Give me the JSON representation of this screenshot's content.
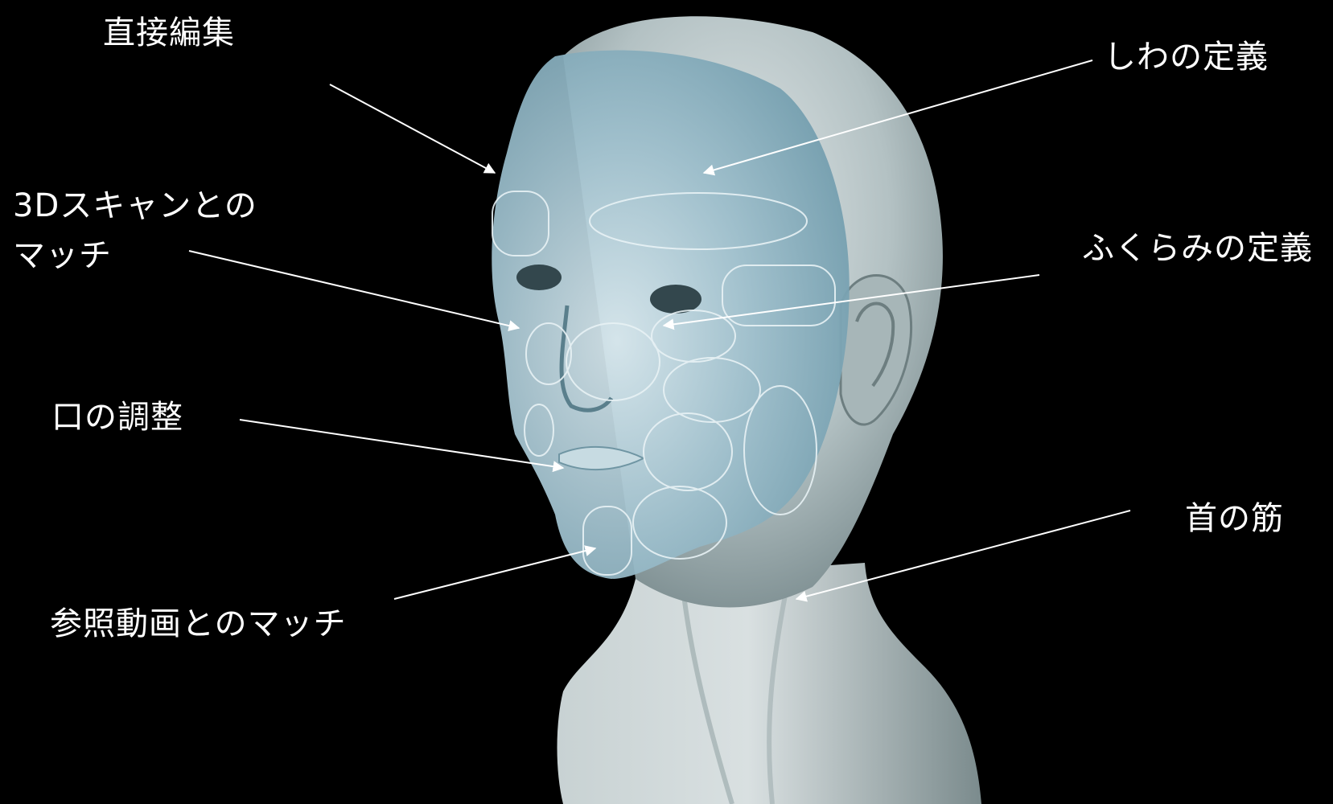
{
  "colors": {
    "background": "#000000",
    "text": "#ffffff",
    "arrow": "#ffffff",
    "head_skin": "#b9c7c9",
    "face_overlay": "#8fb4c3",
    "region_outline": "#e8f2f5"
  },
  "labels": {
    "direct_edit": "直接編集",
    "wrinkle_definition": "しわの定義",
    "scan_match_line1": "3Dスキャンとの",
    "scan_match_line2": "マッチ",
    "bulge_definition": "ふくらみの定義",
    "mouth_adjust": "口の調整",
    "neck_muscle": "首の筋",
    "reference_video_match": "参照動画とのマッチ"
  }
}
